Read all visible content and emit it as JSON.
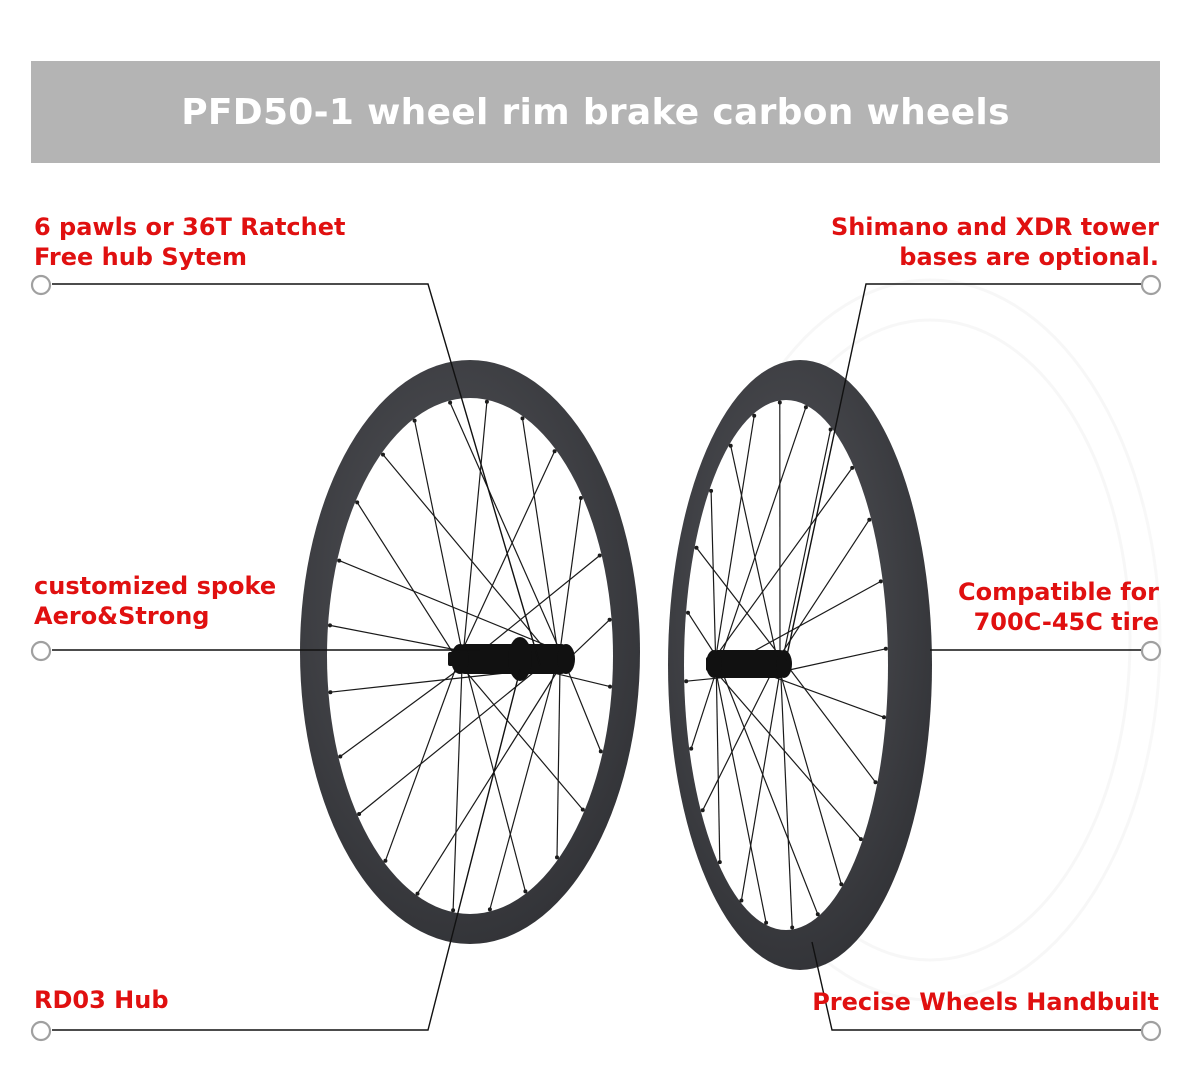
{
  "banner": {
    "title": "PFD50-1 wheel rim brake carbon wheels"
  },
  "callouts": {
    "freehub": {
      "line1": "6 pawls or 36T Ratchet",
      "line2": "Free hub Sytem"
    },
    "spoke": {
      "line1": "customized spoke",
      "line2": "Aero&Strong"
    },
    "hub": {
      "line1": "RD03 Hub"
    },
    "tower": {
      "line1": "Shimano and XDR tower",
      "line2": "bases are optional."
    },
    "tire": {
      "line1": "Compatible for",
      "line2": "700C-45C tire"
    },
    "handbuilt": {
      "line1": "Precise Wheels Handbuilt"
    }
  },
  "colors": {
    "accent_text": "#e01010",
    "banner_bg": "#b4b4b4",
    "rim": "#3d3e42",
    "leader_line": "#111111",
    "marker": "#a0a0a0"
  }
}
